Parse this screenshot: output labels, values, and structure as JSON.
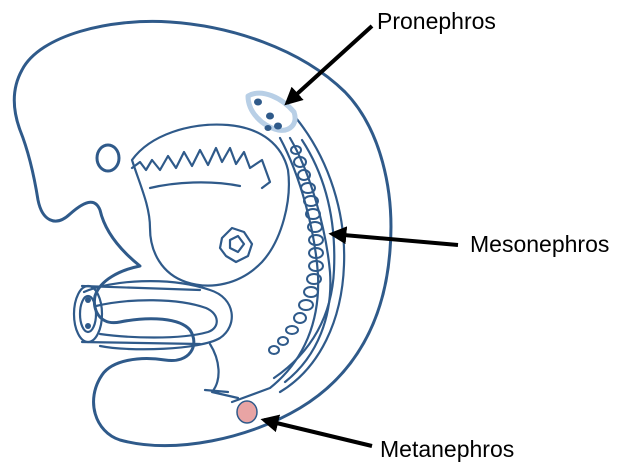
{
  "labels": {
    "pronephros": "Pronephros",
    "mesonephros": "Mesonephros",
    "metanephros": "Metanephros"
  },
  "colors": {
    "outline": "#2f5a8a",
    "pronephros_halo": "#b8cfe6",
    "metanephros_fill": "#e8a4a4",
    "arrow": "#000000"
  }
}
